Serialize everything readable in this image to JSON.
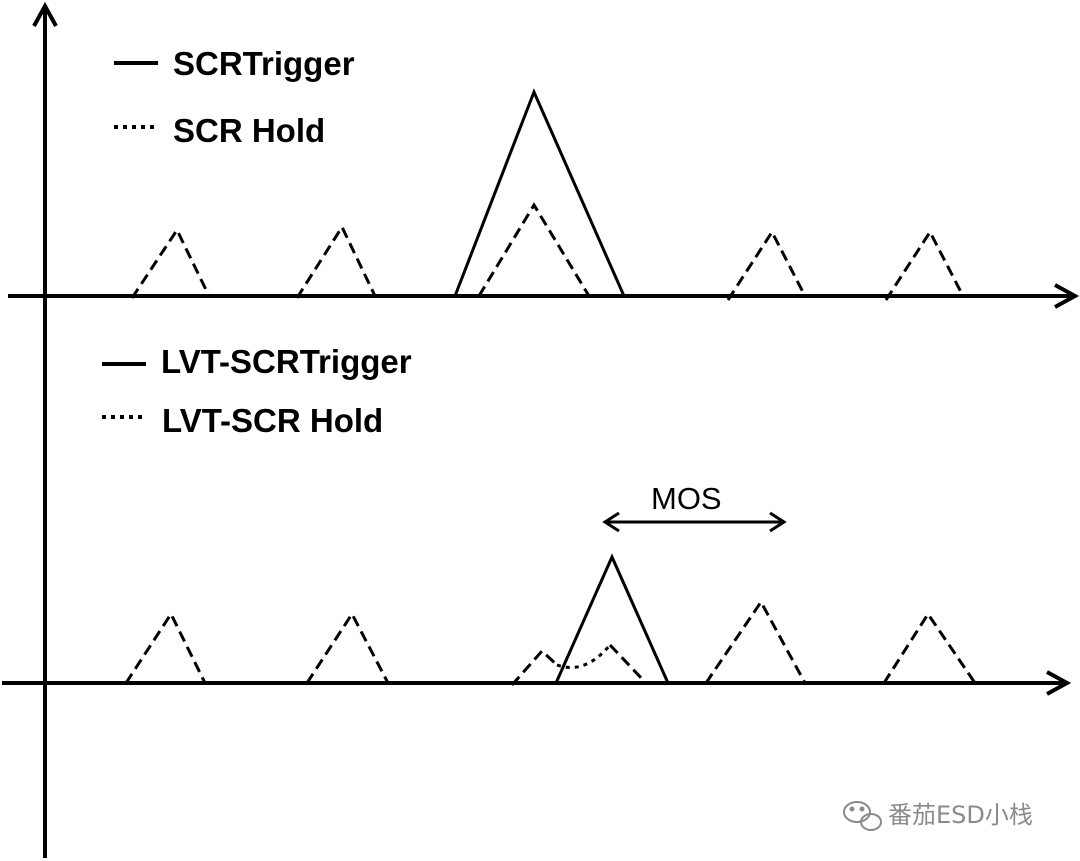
{
  "top_panel": {
    "legend": [
      {
        "label": "SCRTrigger",
        "style": "solid"
      },
      {
        "label": "SCR Hold",
        "style": "dotted"
      }
    ]
  },
  "bottom_panel": {
    "legend": [
      {
        "label": "LVT-SCRTrigger",
        "style": "solid"
      },
      {
        "label": "LVT-SCR Hold",
        "style": "dotted"
      }
    ],
    "annotation": "MOS"
  },
  "watermark": {
    "text": "番茄ESD小栈",
    "icon": "wechat-icon"
  },
  "colors": {
    "line": "#000000",
    "watermark": "#8a8a8a",
    "background": "#ffffff"
  }
}
